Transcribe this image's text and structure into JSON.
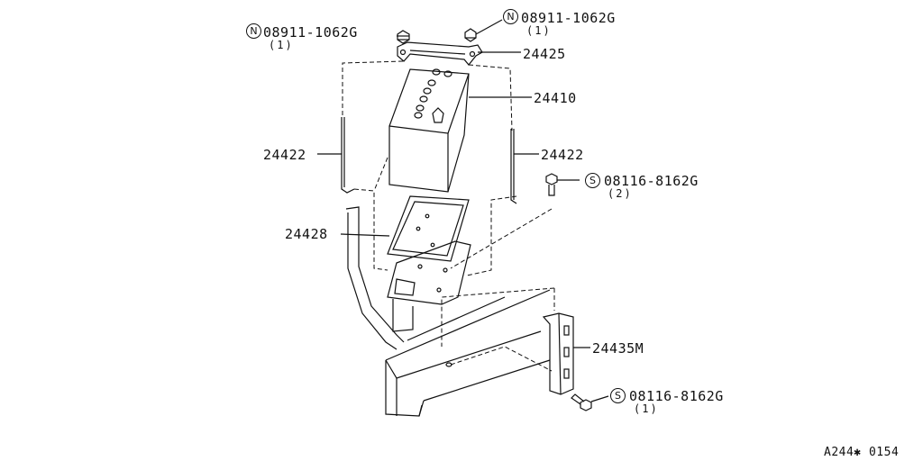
{
  "diagram": {
    "parts": {
      "nut_top_left": {
        "part_no": "08911-1062G",
        "qty": "(1)",
        "symbol": "N"
      },
      "nut_top_right": {
        "part_no": "08911-1062G",
        "qty": "(1)",
        "symbol": "N"
      },
      "frame": "24425",
      "battery": "24410",
      "rod_left": "24422",
      "rod_right": "24422",
      "bolt_right": {
        "part_no": "08116-8162G",
        "qty": "(2)",
        "symbol": "S"
      },
      "tray": "24428",
      "bracket": "24435M",
      "bolt_bottom": {
        "part_no": "08116-8162G",
        "qty": "(1)",
        "symbol": "S"
      }
    },
    "figure_code": "A244✱ 0154"
  }
}
